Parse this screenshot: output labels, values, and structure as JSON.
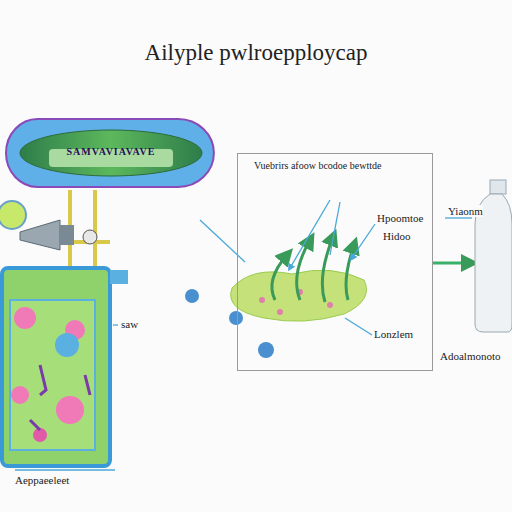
{
  "diagram": {
    "title": "Ailyple pwlroepploycap",
    "nodes": [
      {
        "text": [
          "SAMVAVIAVAVE"
        ]
      },
      {
        "text": [
          "Vuebrirs afoow bcodoe bewttde"
        ]
      }
    ],
    "labels": [
      "Hpoomtoe",
      "Hidoo",
      "Lonzlem",
      "Yiaonm",
      "Adoalmonoto",
      "saw",
      "Aeppaeeleet"
    ]
  }
}
